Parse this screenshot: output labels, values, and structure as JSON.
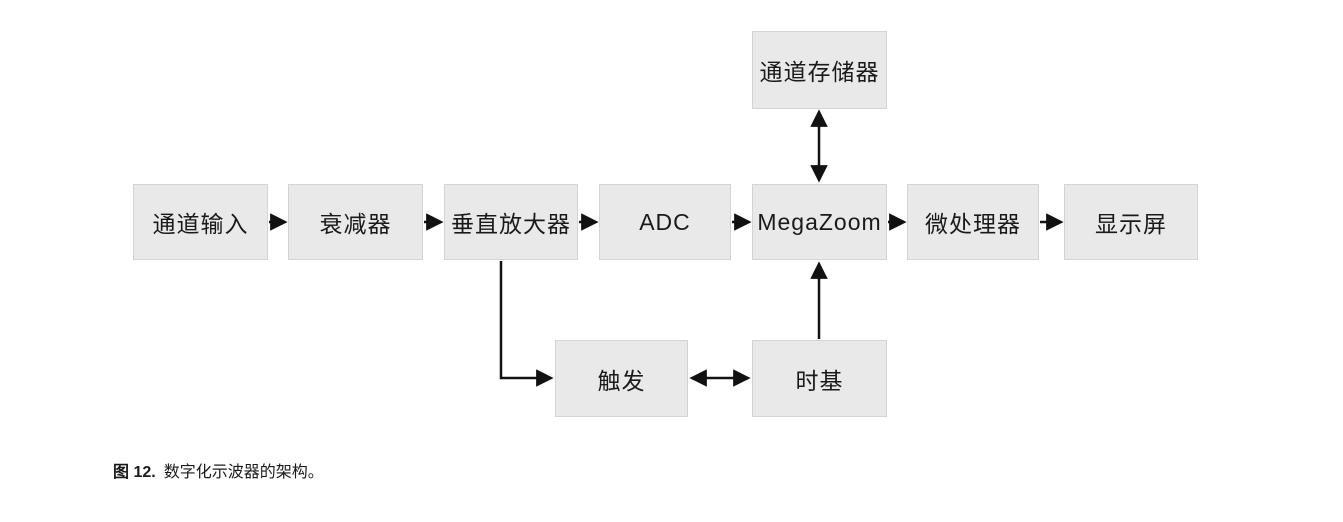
{
  "diagram": {
    "title_semantic": "digitizing-oscilloscope-architecture",
    "nodes": [
      {
        "id": "channel-input",
        "label": "通道输入"
      },
      {
        "id": "attenuator",
        "label": "衰减器"
      },
      {
        "id": "vertical-amplifier",
        "label": "垂直放大器"
      },
      {
        "id": "adc",
        "label": "ADC"
      },
      {
        "id": "megazoom",
        "label": "MegaZoom"
      },
      {
        "id": "microprocessor",
        "label": "微处理器"
      },
      {
        "id": "display",
        "label": "显示屏"
      },
      {
        "id": "channel-memory",
        "label": "通道存储器"
      },
      {
        "id": "trigger",
        "label": "触发"
      },
      {
        "id": "timebase",
        "label": "时基"
      }
    ],
    "edges": [
      {
        "from": "channel-input",
        "to": "attenuator",
        "direction": "one-way"
      },
      {
        "from": "attenuator",
        "to": "vertical-amplifier",
        "direction": "one-way"
      },
      {
        "from": "vertical-amplifier",
        "to": "adc",
        "direction": "one-way"
      },
      {
        "from": "adc",
        "to": "megazoom",
        "direction": "one-way"
      },
      {
        "from": "megazoom",
        "to": "microprocessor",
        "direction": "one-way"
      },
      {
        "from": "microprocessor",
        "to": "display",
        "direction": "one-way"
      },
      {
        "from": "channel-memory",
        "to": "megazoom",
        "direction": "two-way"
      },
      {
        "from": "vertical-amplifier",
        "to": "trigger",
        "direction": "one-way"
      },
      {
        "from": "trigger",
        "to": "timebase",
        "direction": "two-way"
      },
      {
        "from": "timebase",
        "to": "megazoom",
        "direction": "one-way"
      }
    ],
    "colors": {
      "box_fill": "#e9e9e9",
      "box_border": "#d4d4d4",
      "line": "#111111",
      "text": "#1a1a1a",
      "background": "#ffffff"
    }
  },
  "caption": {
    "figure_label": "图 12.",
    "text": "数字化示波器的架构。"
  }
}
